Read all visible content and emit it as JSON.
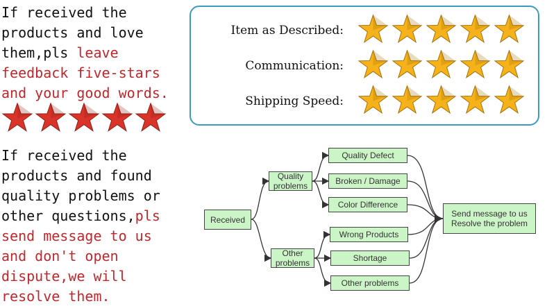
{
  "top_text": {
    "l1": "If received the",
    "l2": "products and love",
    "l3a": "them,pls ",
    "l3b": "leave",
    "l4": "feedback five-stars",
    "l5": "and your good words."
  },
  "bottom_text": {
    "l1": "If received the",
    "l2": "products and found",
    "l3": "quality problems or",
    "l4a": "other questions,",
    "l4b": "pls",
    "l5": "send message to us",
    "l6": "and don't open",
    "l7": "dispute,we will",
    "l8": "resolve them."
  },
  "ratings": [
    {
      "label": "Item as Described:",
      "stars": 5
    },
    {
      "label": "Communication:",
      "stars": 5
    },
    {
      "label": "Shipping Speed:",
      "stars": 5
    }
  ],
  "big_stars": 5,
  "flow": {
    "received": "Received",
    "quality": [
      "Quality",
      "problems"
    ],
    "other": [
      "Other",
      "problems"
    ],
    "q_items": [
      "Quality Defect",
      "Broken / Damage",
      "Color Difference"
    ],
    "o_items": [
      "Wrong Products",
      "Shortage",
      "Other problems"
    ],
    "result": [
      "Send message to us",
      "Resolve the problem"
    ]
  },
  "colors": {
    "red": "#c0272d",
    "border": "#3c9bbf",
    "node": "#ccf5c7",
    "star_gold": "#f5b21a",
    "star_red": "#d8342a"
  }
}
